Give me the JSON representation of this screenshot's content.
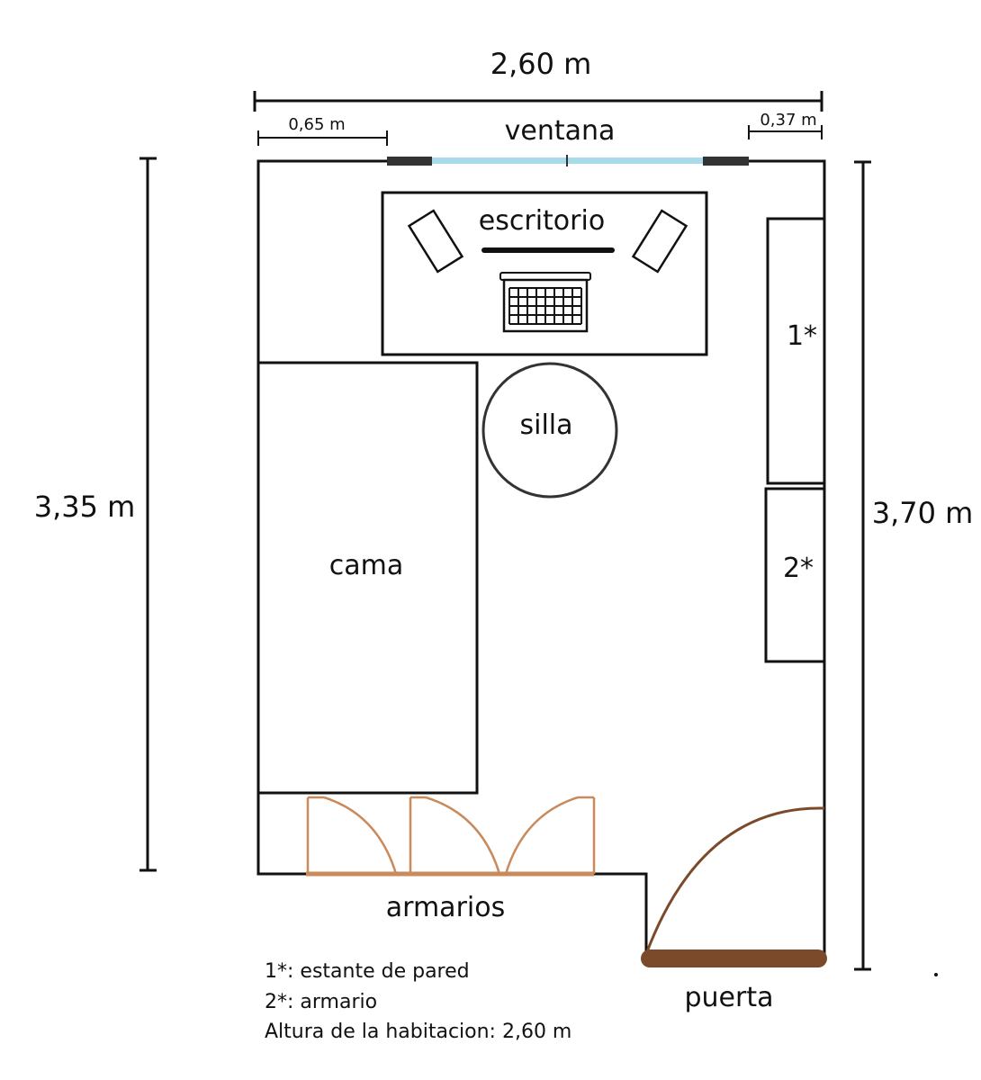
{
  "dimensions": {
    "total_width": "2,60 m",
    "left_offset": "0,65 m",
    "right_offset": "0,37 m",
    "left_height": "3,35 m",
    "right_height": "3,70 m"
  },
  "labels": {
    "window": "ventana",
    "desk": "escritorio",
    "chair": "silla",
    "bed": "cama",
    "shelf": "1*",
    "wardrobe_small": "2*",
    "closets": "armarios",
    "door": "puerta"
  },
  "legend": [
    "1*: estante de pared",
    "2*: armario",
    "Altura de la habitacion: 2,60 m"
  ],
  "colors": {
    "wall": "#111111",
    "window_glass": "#a8dbe8",
    "closet_door": "#c98a5c",
    "room_door": "#7b4a2a"
  }
}
